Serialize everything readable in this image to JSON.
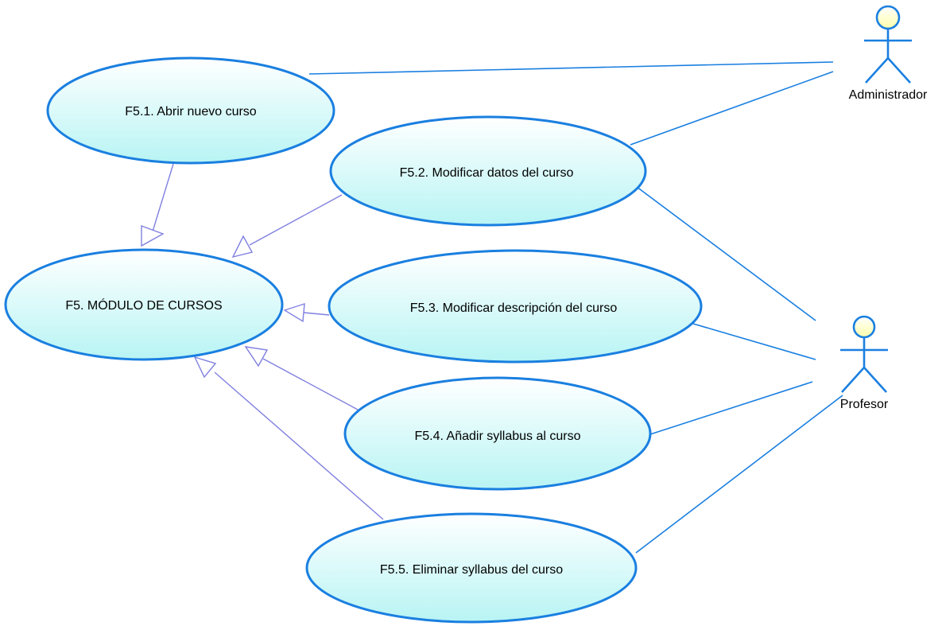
{
  "colors": {
    "ellipse_stroke": "#1a7fe0",
    "ellipse_fill_top": "#ffffff",
    "ellipse_fill_bottom": "#b8f4f4",
    "association_line": "#1a7fe0",
    "generalization_line": "#8080e0",
    "actor_head_fill": "#ffffcc",
    "actor_stroke": "#1a7fe0"
  },
  "use_cases": {
    "uc_f5": "F5. MÓDULO DE CURSOS",
    "uc_f51": "F5.1. Abrir nuevo curso",
    "uc_f52": "F5.2. Modificar datos del curso",
    "uc_f53": "F5.3. Modificar descripción del curso",
    "uc_f54": "F5.4. Añadir syllabus al curso",
    "uc_f55": "F5.5. Eliminar syllabus del curso"
  },
  "actors": {
    "administrador": "Administrador",
    "profesor": "Profesor"
  },
  "associations": [
    {
      "actor": "administrador",
      "use_case": "uc_f51"
    },
    {
      "actor": "administrador",
      "use_case": "uc_f52"
    },
    {
      "actor": "profesor",
      "use_case": "uc_f52"
    },
    {
      "actor": "profesor",
      "use_case": "uc_f53"
    },
    {
      "actor": "profesor",
      "use_case": "uc_f54"
    },
    {
      "actor": "profesor",
      "use_case": "uc_f55"
    }
  ],
  "generalizations": [
    {
      "child": "uc_f51",
      "parent": "uc_f5"
    },
    {
      "child": "uc_f52",
      "parent": "uc_f5"
    },
    {
      "child": "uc_f53",
      "parent": "uc_f5"
    },
    {
      "child": "uc_f54",
      "parent": "uc_f5"
    },
    {
      "child": "uc_f55",
      "parent": "uc_f5"
    }
  ]
}
